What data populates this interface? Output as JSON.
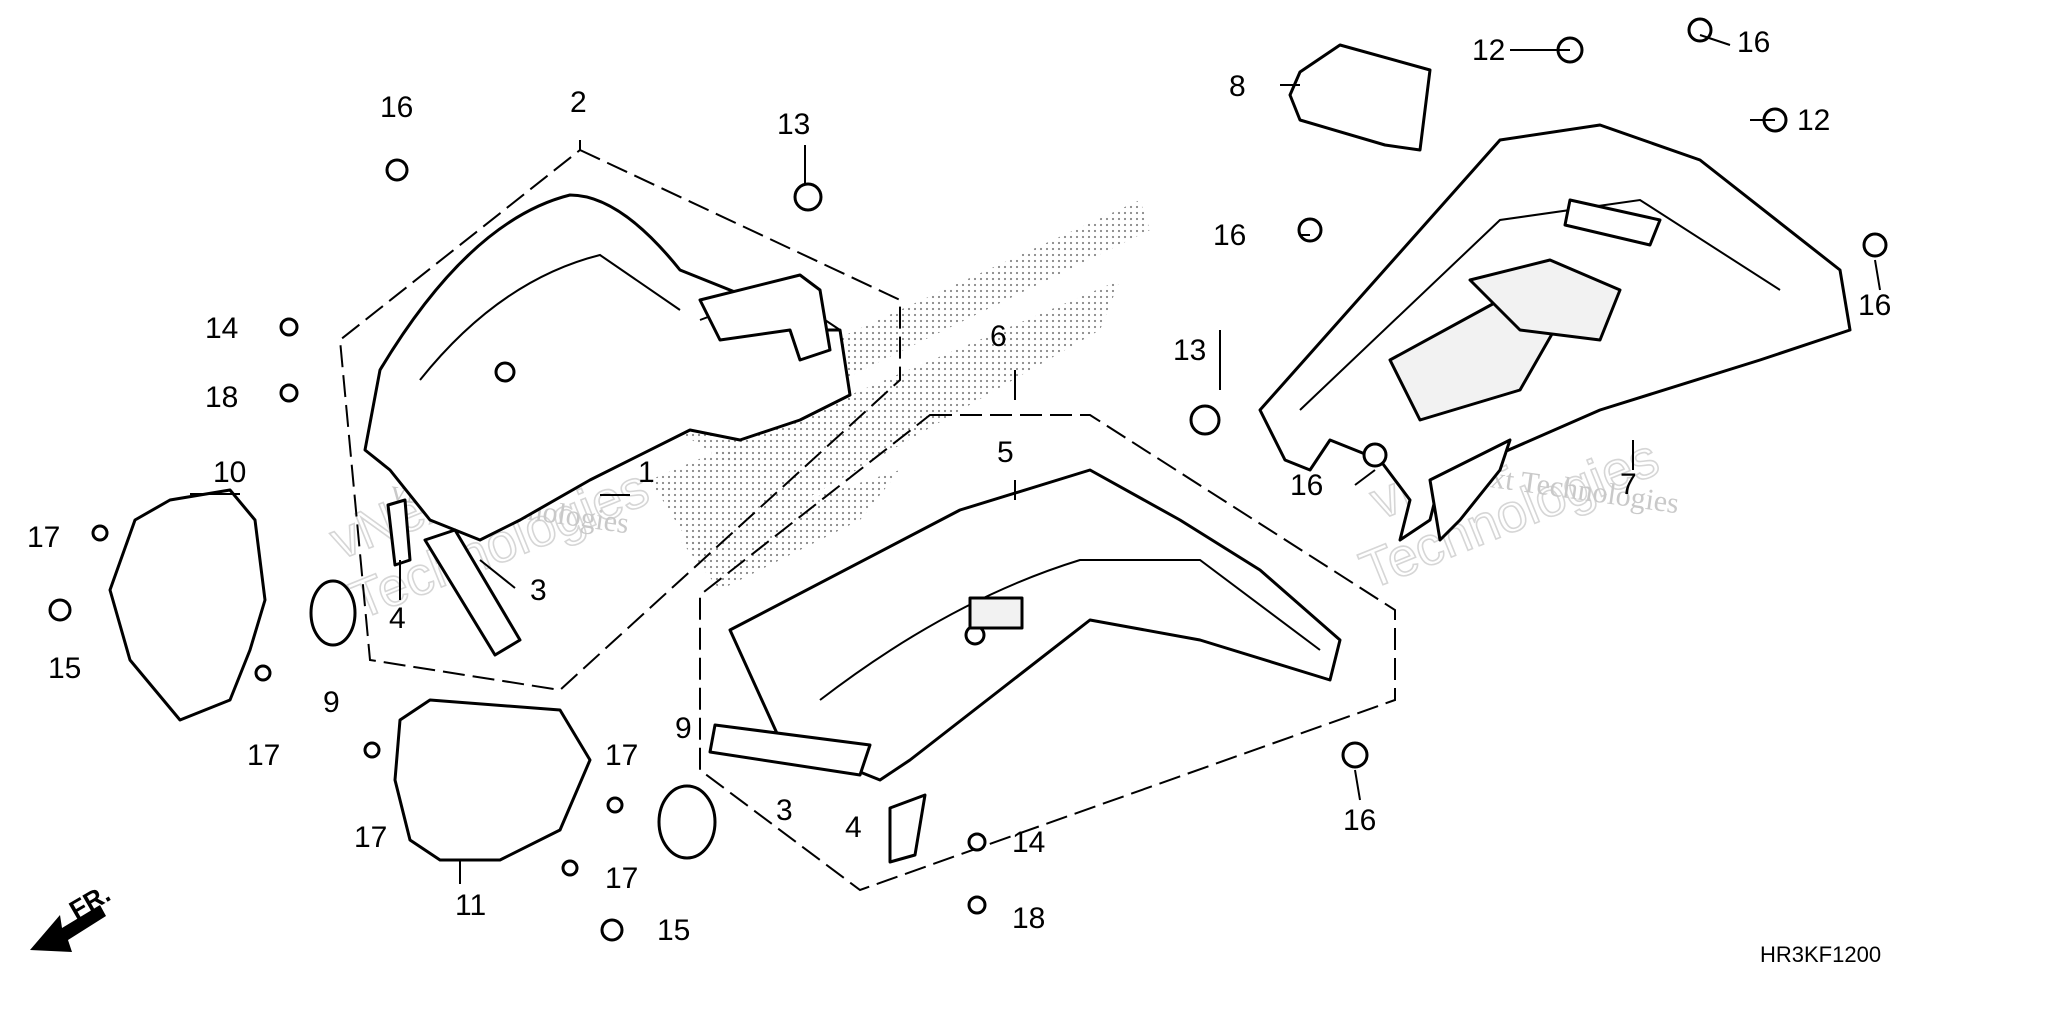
{
  "callouts": {
    "c1": "1",
    "c2": "2",
    "c3a": "3",
    "c3b": "3",
    "c4a": "4",
    "c4b": "4",
    "c5": "5",
    "c6": "6",
    "c7": "7",
    "c8": "8",
    "c9a": "9",
    "c9b": "9",
    "c10": "10",
    "c11": "11",
    "c12a": "12",
    "c12b": "12",
    "c13a": "13",
    "c13b": "13",
    "c14a": "14",
    "c14b": "14",
    "c15a": "15",
    "c15b": "15",
    "c16a": "16",
    "c16b": "16",
    "c16c": "16",
    "c16d": "16",
    "c16e": "16",
    "c17a": "17",
    "c17b": "17",
    "c17c": "17",
    "c17d": "17",
    "c17e": "17",
    "c18a": "18",
    "c18b": "18"
  },
  "direction_label": "FR.",
  "diagram_code": "HR3KF1200",
  "watermark": {
    "line1": "vNext",
    "line2": "Technologies",
    "full": "vNext Technologies"
  }
}
